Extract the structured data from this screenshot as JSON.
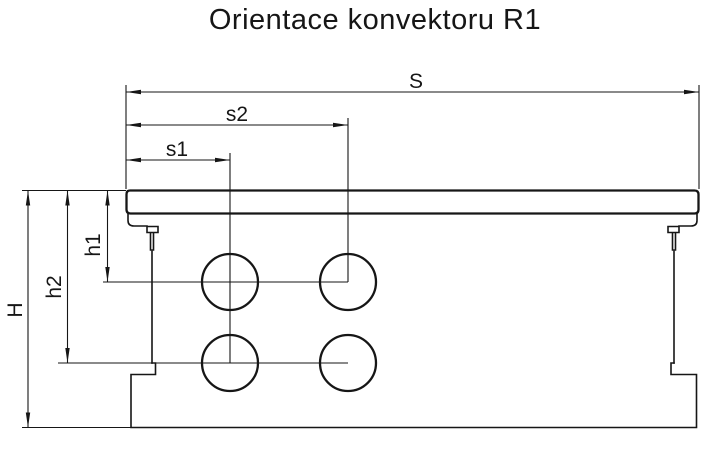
{
  "title": "Orientace konvektoru R1",
  "colors": {
    "line": "#161616",
    "background": "#ffffff"
  },
  "dimensions": {
    "S": "S",
    "s2": "s2",
    "s1": "s1",
    "h1": "h1",
    "h2": "h2",
    "H": "H"
  }
}
